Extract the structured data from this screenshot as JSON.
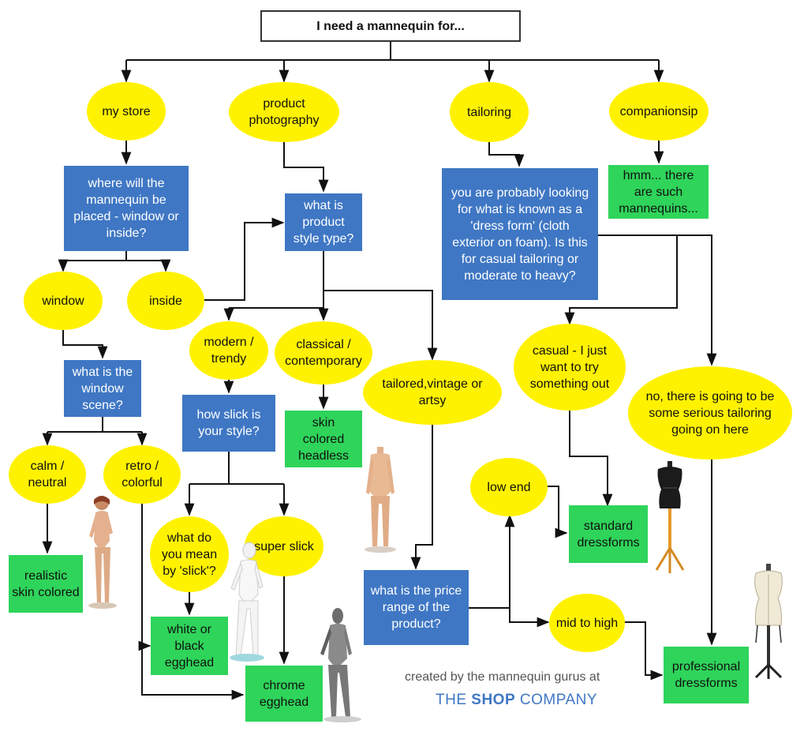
{
  "title": "I need a mannequin for...",
  "nodes": {
    "my_store": "my store",
    "product_photography": "product photography",
    "tailoring": "tailoring",
    "companionship": "companionsip",
    "where_placed": "where will the mannequin be placed - window or inside?",
    "product_style": "what is product style type?",
    "dress_form": "you are probably looking for what is known as a 'dress form' (cloth exterior on foam). Is this for casual tailoring or moderate to heavy?",
    "hmm": "hmm... there are such mannequins...",
    "window": "window",
    "inside": "inside",
    "modern_trendy": "modern / trendy",
    "classical": "classical / contemporary",
    "tailored_vintage": "tailored,vintage or artsy",
    "casual": "casual - I just want to try something out",
    "serious": "no, there is going to be some serious tailoring going on here",
    "window_scene": "what is the window scene?",
    "how_slick": "how slick is your style?",
    "skin_headless": "skin colored headless",
    "calm": "calm / neutral",
    "retro": "retro / colorful",
    "what_slick": "what do you mean by 'slick'?",
    "super_slick": "super slick",
    "low_end": "low end",
    "standard": "standard dressforms",
    "realistic": "realistic skin colored",
    "price_range": "what is the price range of the product?",
    "mid_high": "mid to high",
    "white_black": "white or black egghead",
    "chrome": "chrome egghead",
    "professional": "professional dressforms"
  },
  "credit": "created by the mannequin gurus at",
  "logo": {
    "pre": "THE ",
    "bold": "SHOP",
    "post": " COMPANY"
  },
  "colors": {
    "ellipse": "#fff200",
    "question": "#3f77c4",
    "answer": "#2fd45a",
    "brand": "#3f77c4"
  }
}
